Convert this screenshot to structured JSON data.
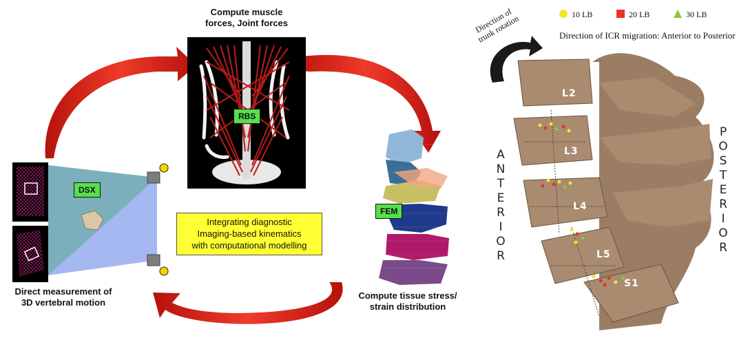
{
  "captions": {
    "top": [
      "Compute muscle",
      "forces, Joint forces"
    ],
    "left": [
      "Direct measurement of",
      "3D vertebral motion"
    ],
    "right": [
      "Compute tissue stress/",
      "strain distribution"
    ]
  },
  "tags": {
    "rbs": "RBS",
    "dsx": "DSX",
    "fem": "FEM"
  },
  "center_box": [
    "Integrating diagnostic",
    "Imaging-based kinematics",
    "with computational modelling"
  ],
  "rotation_label": [
    "Direction of",
    "trunk rotation"
  ],
  "legend": [
    {
      "label": "10 LB",
      "color": "#f5e52a",
      "shape": "circle"
    },
    {
      "label": "20 LB",
      "color": "#e8322a",
      "shape": "square"
    },
    {
      "label": "30 LB",
      "color": "#8cc63f",
      "shape": "triangle"
    }
  ],
  "icr_caption": "Direction of ICR migration: Anterior to Posterior",
  "anterior_letters": [
    "A",
    "N",
    "T",
    "E",
    "R",
    "I",
    "O",
    "R"
  ],
  "posterior_letters": [
    "P",
    "O",
    "S",
    "T",
    "E",
    "R",
    "I",
    "O",
    "R"
  ],
  "levels": [
    "L2",
    "L3",
    "L4",
    "L5",
    "S1"
  ],
  "colors": {
    "arrow_red": "#e32119",
    "bone": "#a98b70",
    "tag_green": "#55e04a",
    "box_yellow": "#ffff33"
  }
}
